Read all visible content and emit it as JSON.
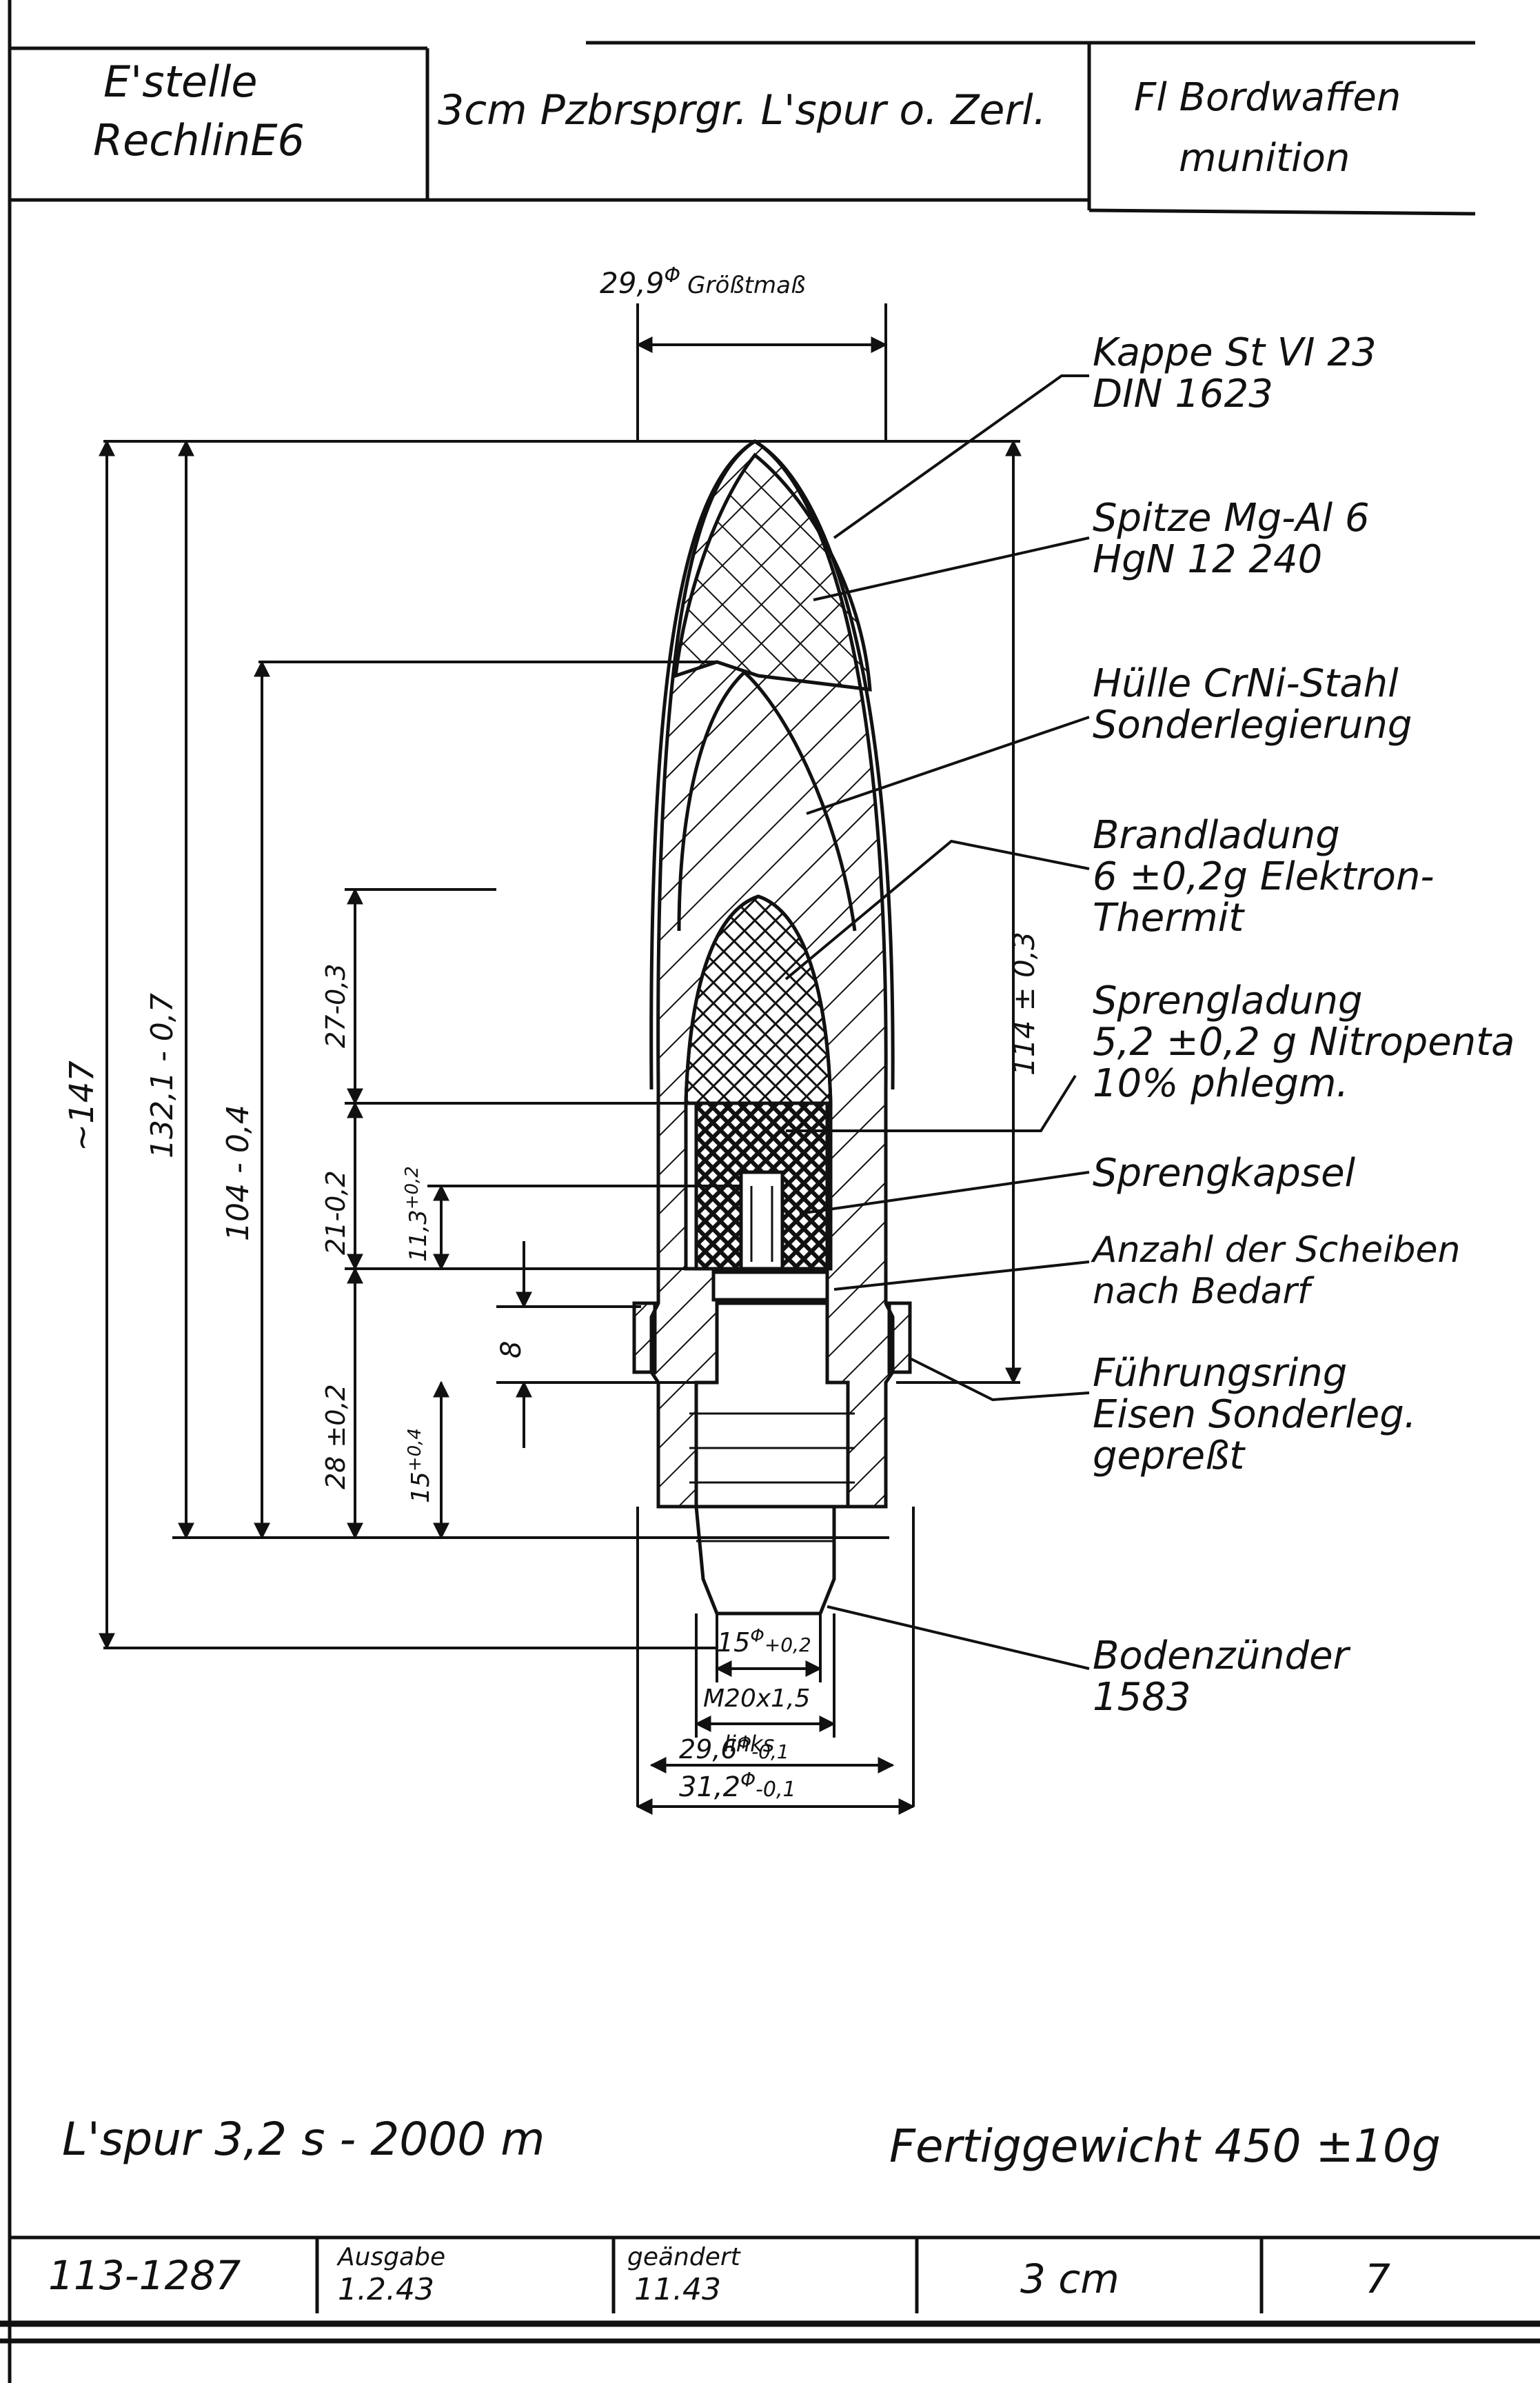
{
  "title_block": {
    "office_line1": "E'stelle",
    "office_line2": "RechlinE6",
    "designation": "3cm Pzbrsprgr. L'spur o. Zerl.",
    "category_line1": "Fl Bordwaffen",
    "category_line2": "munition"
  },
  "dimensions": {
    "overall_diameter": "29,9",
    "overall_diameter_note": "Größtmaß",
    "overall_length": "~147",
    "length_132": "132,1 - 0,7",
    "length_104": "104 - 0,4",
    "length_114": "114 ± 0,3",
    "len_27": "27-0,3",
    "len_21": "21-0,2",
    "len_11_3": "11,3",
    "len_11_3_tol": "+0,2",
    "len_8": "8",
    "len_28": "28 ±0,2",
    "len_15": "15",
    "len_15_tol": "+0,4",
    "dia_15": "15",
    "dia_15_tol": "+0,2",
    "thread": "M20x1,5",
    "thread_note": "links",
    "dia_29_6": "29,6",
    "dia_29_6_tol": "-0,1",
    "dia_31_2": "31,2",
    "dia_31_2_tol": "-0,1",
    "dia_symbol": "Φ"
  },
  "callouts": [
    {
      "line1": "Kappe  St VI 23",
      "line2": "DIN 1623"
    },
    {
      "line1": "Spitze  Mg-Al 6",
      "line2": "HgN 12 240"
    },
    {
      "line1": "Hülle  CrNi-Stahl",
      "line2": "Sonderlegierung"
    },
    {
      "line1": "Brandladung",
      "line2": "6 ±0,2g Elektron-",
      "line3": "Thermit"
    },
    {
      "line1": "Sprengladung",
      "line2": "5,2 ±0,2 g Nitropenta",
      "line3": "10% phlegm."
    },
    {
      "line1": "Sprengkapsel"
    },
    {
      "line1": "Anzahl der Scheiben",
      "line2": "nach Bedarf"
    },
    {
      "line1": "Führungsring",
      "line2": "Eisen Sonderleg.",
      "line3": "gepreßt"
    },
    {
      "line1": "Bodenzünder",
      "line2": "1583"
    }
  ],
  "notes": {
    "tracer": "L'spur 3,2 s - 2000 m",
    "weight": "Fertiggewicht 450 ±10g"
  },
  "footer": {
    "drawing_number": "113-1287",
    "issue_label": "Ausgabe",
    "issue_value": "1.2.43",
    "changed_label": "geändert",
    "changed_value": "11.43",
    "caliber": "3 cm",
    "sheet": "7"
  },
  "colors": {
    "ink": "#111111",
    "paper": "#ffffff"
  }
}
